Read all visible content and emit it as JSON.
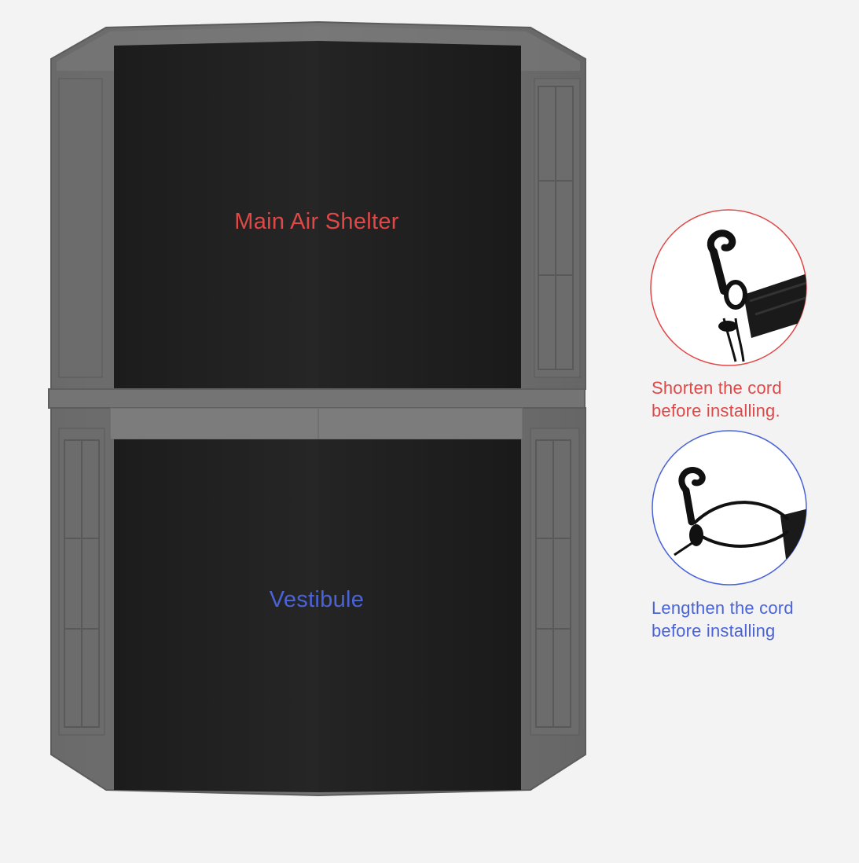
{
  "shelter": {
    "main_label": "Main Air Shelter",
    "vestibule_label": "Vestibule"
  },
  "details": [
    {
      "lines": [
        "Shorten the cord",
        "before installing."
      ],
      "color": "#e04848",
      "icon": "bungee-hook-shortened"
    },
    {
      "lines": [
        "Lengthen the cord",
        "before installing"
      ],
      "color": "#4a63d8",
      "icon": "bungee-hook-lengthened"
    }
  ],
  "colors": {
    "background": "#f3f3f3",
    "frame": "#6e6e6e",
    "panel": "#1e1e1e",
    "accent_red": "#e04848",
    "accent_blue": "#4a63d8"
  }
}
